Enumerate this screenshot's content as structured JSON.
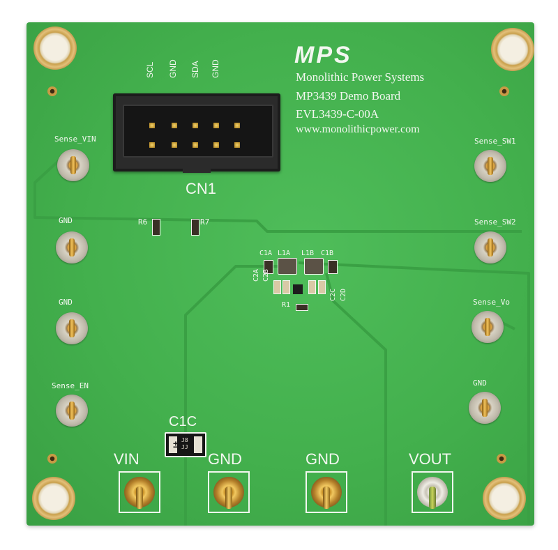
{
  "brand": {
    "logo_text": "MPS",
    "company": "Monolithic Power Systems",
    "board_name": "MP3439 Demo Board",
    "board_id": "EVL3439-C-00A",
    "website": "www.monolithicpower.com"
  },
  "header": {
    "designator": "CN1",
    "pin_labels": [
      "SCL",
      "GND",
      "SDA",
      "GND"
    ]
  },
  "test_points": {
    "sense_vin": "Sense_VIN",
    "gnd_left_1": "GND",
    "gnd_left_2": "GND",
    "sense_en": "Sense_EN",
    "sense_sw1": "Sense_SW1",
    "sense_sw2": "Sense_SW2",
    "sense_vo": "Sense_Vo",
    "gnd_right": "GND"
  },
  "connectors": {
    "vin": "VIN",
    "gnd_1": "GND",
    "gnd_2": "GND",
    "vout": "VOUT"
  },
  "components": {
    "r6": "R6",
    "r7": "R7",
    "c1a": "C1A",
    "l1a": "L1A",
    "l1b": "L1B",
    "c1b": "C1B",
    "c2a": "C2A",
    "c2b": "C2B",
    "c2c": "C2C",
    "c2d": "C2D",
    "r1": "R1",
    "c1c": "C1C",
    "c1c_marking": "J8\nJJ"
  },
  "colors": {
    "pcb": "#43b04d",
    "silkscreen": "#f3f7f0",
    "gold": "#d9a242"
  }
}
